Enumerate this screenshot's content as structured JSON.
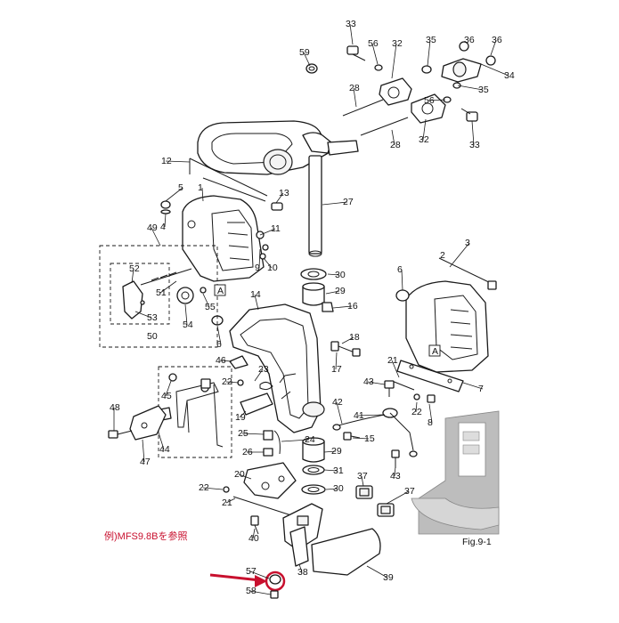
{
  "diagram": {
    "figure_label": "Fig.9-1",
    "note": "例)MFS9.8Bを参照",
    "section_marker": "A",
    "accent_color": "#c8102e",
    "part_labels": [
      "1",
      "2",
      "3",
      "4",
      "5",
      "6",
      "7",
      "8",
      "9",
      "10",
      "11",
      "12",
      "13",
      "14",
      "15",
      "16",
      "17",
      "18",
      "19",
      "20",
      "21",
      "22",
      "23",
      "24",
      "25",
      "26",
      "27",
      "28",
      "29",
      "30",
      "31",
      "32",
      "33",
      "34",
      "35",
      "36",
      "37",
      "38",
      "39",
      "40",
      "41",
      "42",
      "43",
      "44",
      "45",
      "46",
      "47",
      "48",
      "49",
      "50",
      "51",
      "52",
      "53",
      "54",
      "55",
      "56",
      "57",
      "58",
      "59"
    ]
  }
}
